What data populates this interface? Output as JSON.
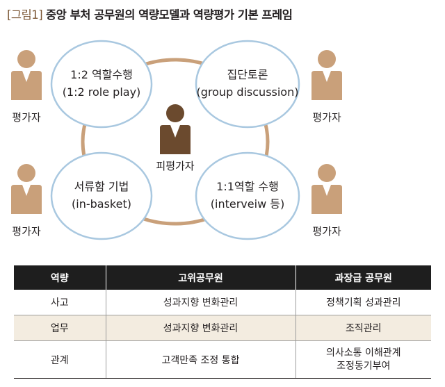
{
  "figure": {
    "tag": "[그림1]",
    "title": "중앙 부처 공무원의 역량모델과 역량평가 기본 프레임"
  },
  "center": {
    "label": "피평가자"
  },
  "methods": [
    {
      "name": "1:2 역할수행",
      "english": "(1:2 role play)"
    },
    {
      "name": "집단토론",
      "english": "(group discussion)"
    },
    {
      "name": "서류함 기법",
      "english": "(in-basket)"
    },
    {
      "name": "1:1역할 수행",
      "english": "(interveiw 등)"
    }
  ],
  "assessors": [
    {
      "label": "평가자"
    },
    {
      "label": "평가자"
    },
    {
      "label": "평가자"
    },
    {
      "label": "평가자"
    }
  ],
  "table": {
    "headers": [
      "역량",
      "고위공무원",
      "과장급 공무원"
    ],
    "rows": [
      [
        "사고",
        "성과지향 변화관리",
        "정책기획 성과관리"
      ],
      [
        "업무",
        "성과지향 변화관리",
        "조직관리"
      ],
      [
        "관계",
        "고객만족 조정 통합",
        "의사소통 이해관계\n조정동기부여"
      ]
    ]
  },
  "colors": {
    "ring": "#c9a07a",
    "ellipse_stroke": "#a9c8e0",
    "ellipse_fill": "#ffffff",
    "assessor": "#c9a07a",
    "assessee": "#6b4a2e",
    "header_bg": "#1e1e1e",
    "alt_row": "#f3ece0"
  }
}
